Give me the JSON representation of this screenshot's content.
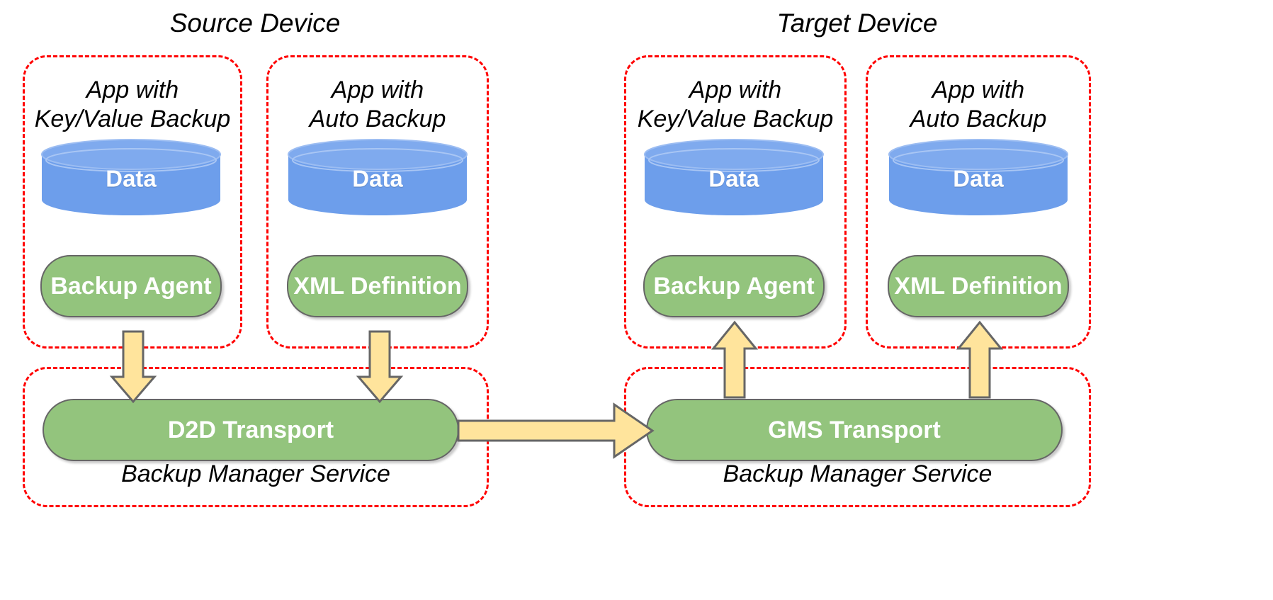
{
  "diagram": {
    "title_source": "Source Device",
    "title_target": "Target Device",
    "colors": {
      "dashed_border": "#FF0000",
      "cylinder_fill": "#6D9EEB",
      "cylinder_top": "#7FAAEE",
      "pill_fill": "#93C47D",
      "pill_stroke": "#666666",
      "arrow_fill": "#FFE49C",
      "arrow_stroke": "#666666",
      "text_light": "#FFFFFF",
      "text_dark": "#000000"
    },
    "source": {
      "label": "Source Device",
      "apps": [
        {
          "title": "App with\nKey/Value Backup",
          "data_label": "Data",
          "component_label": "Backup Agent"
        },
        {
          "title": "App with\nAuto Backup",
          "data_label": "Data",
          "component_label": "XML Definition"
        }
      ],
      "service": {
        "label": "Backup Manager Service",
        "transport_label": "D2D Transport"
      }
    },
    "target": {
      "label": "Target Device",
      "apps": [
        {
          "title": "App with\nKey/Value Backup",
          "data_label": "Data",
          "component_label": "Backup Agent"
        },
        {
          "title": "App with\nAuto Backup",
          "data_label": "Data",
          "component_label": "XML Definition"
        }
      ],
      "service": {
        "label": "Backup Manager Service",
        "transport_label": "GMS Transport"
      }
    },
    "flows": [
      {
        "name": "backup-agent-to-d2d",
        "direction": "down",
        "icon": "down-arrow-icon"
      },
      {
        "name": "xml-definition-to-d2d",
        "direction": "down",
        "icon": "down-arrow-icon"
      },
      {
        "name": "d2d-to-gms",
        "direction": "right",
        "icon": "right-arrow-icon"
      },
      {
        "name": "gms-to-backup-agent",
        "direction": "up",
        "icon": "up-arrow-icon"
      },
      {
        "name": "gms-to-xml-definition",
        "direction": "up",
        "icon": "up-arrow-icon"
      }
    ]
  }
}
